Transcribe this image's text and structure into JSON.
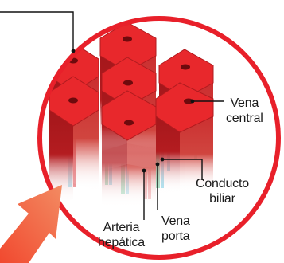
{
  "labels": {
    "vena_central": [
      "Vena",
      "central"
    ],
    "conducto_biliar": [
      "Conducto",
      "biliar"
    ],
    "arteria_hepatica": [
      "Arteria",
      "hepática"
    ],
    "vena_porta": [
      "Vena",
      "porta"
    ]
  },
  "colors": {
    "circle_ring": "#e8202a",
    "lobule_top": "#e8282c",
    "lobule_side_dark": "#a8171b",
    "lobule_side_mid": "#c41e22",
    "central_vein_dot": "#6e0a0d",
    "bile_duct": "#2bb673",
    "hepatic_artery": "#d7282f",
    "portal_vein": "#39b7d9",
    "pointer_arrow": "#f05a3c",
    "leader_line": "#111111"
  }
}
